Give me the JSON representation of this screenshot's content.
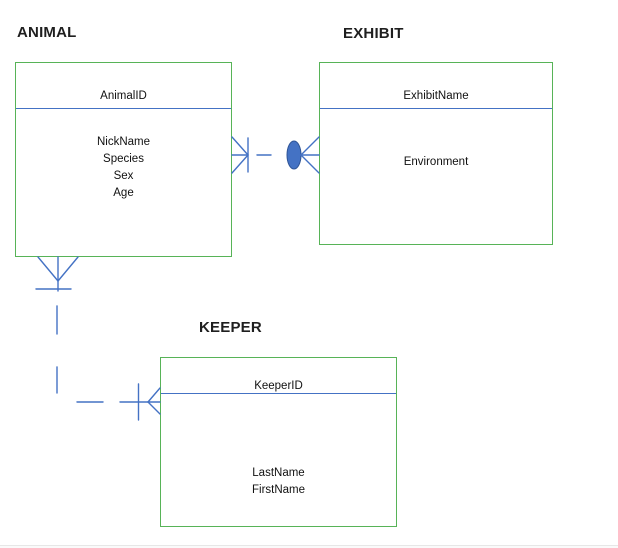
{
  "diagram": {
    "type": "entity-relationship-diagram",
    "notation": "crows-foot",
    "entities": [
      {
        "name": "ANIMAL",
        "key_attributes": [
          "AnimalID"
        ],
        "attributes": [
          "NickName",
          "Species",
          "Sex",
          "Age"
        ]
      },
      {
        "name": "EXHIBIT",
        "key_attributes": [
          "ExhibitName"
        ],
        "attributes": [
          "Environment"
        ]
      },
      {
        "name": "KEEPER",
        "key_attributes": [
          "KeeperID"
        ],
        "attributes": [
          "LastName",
          "FirstName"
        ]
      }
    ],
    "relationships": [
      {
        "from": "ANIMAL",
        "to": "EXHIBIT",
        "from_end_symbol": "crows-foot-many with one-tick",
        "to_end_symbol": "crows-foot-many",
        "line_style": "dashed",
        "midpoint_decoration": "filled-oval"
      },
      {
        "from": "ANIMAL",
        "to": "KEEPER",
        "from_end_symbol": "crows-foot-many with one-tick",
        "to_end_symbol": "crows-foot-many with one-tick",
        "line_style": "dashed",
        "midpoint_decoration": "none"
      }
    ],
    "colors": {
      "entity_border_green": "#57b357",
      "connector_blue": "#4472c4",
      "oval_fill": "#4472c4",
      "oval_stroke": "#2f5597",
      "divider_blue": "#4472c4",
      "page_break_line": "#e7e7e7",
      "text": "#1b1b1b"
    }
  }
}
